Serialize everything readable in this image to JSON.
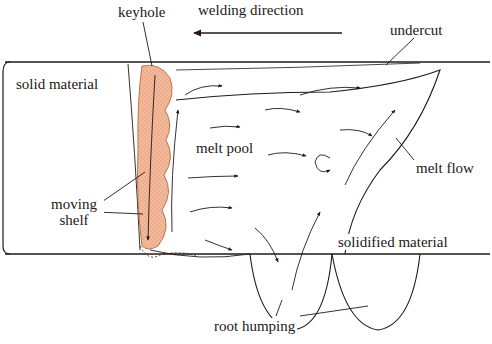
{
  "diagram": {
    "labels": [
      "welding direction",
      "keyhole",
      "undercut",
      "solid material",
      "melt pool",
      "moving shelf",
      "melt flow",
      "solidified material",
      "root humping"
    ]
  }
}
